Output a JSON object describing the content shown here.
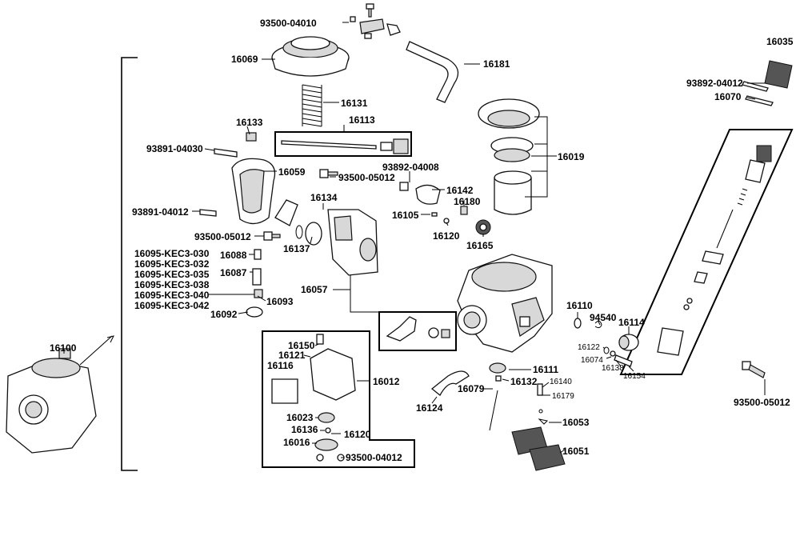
{
  "labels": {
    "p93500_04010": "93500-04010",
    "p16069": "16069",
    "p16181": "16181",
    "p16035": "16035",
    "p93892_04012": "93892-04012",
    "p16070": "16070",
    "p16131": "16131",
    "p16133": "16133",
    "p16113": "16113",
    "p93891_04030": "93891-04030",
    "p16059": "16059",
    "p93500_05012a": "93500-05012",
    "p93892_04008": "93892-04008",
    "p16019": "16019",
    "p16142": "16142",
    "p16134": "16134",
    "p16180": "16180",
    "p93891_04012": "93891-04012",
    "p16105": "16105",
    "p93500_05012b": "93500-05012",
    "p16120a": "16120",
    "p16137": "16137",
    "p16165": "16165",
    "p16095_030": "16095-KEC3-030",
    "p16095_032": "16095-KEC3-032",
    "p16095_035": "16095-KEC3-035",
    "p16095_038": "16095-KEC3-038",
    "p16095_040": "16095-KEC3-040",
    "p16095_042": "16095-KEC3-042",
    "p16088": "16088",
    "p16087": "16087",
    "p16093": "16093",
    "p16092": "16092",
    "p16057": "16057",
    "p16110": "16110",
    "p94540": "94540",
    "p16114": "16114",
    "p16100": "16100",
    "p16150": "16150",
    "p16121": "16121",
    "p16116": "16116",
    "p16012": "16012",
    "p16122": "16122",
    "p16074": "16074",
    "p16138": "16138",
    "p16154": "16154",
    "p16111": "16111",
    "p16132": "16132",
    "p16140": "16140",
    "p16079": "16079",
    "p16179": "16179",
    "p16124": "16124",
    "p16023": "16023",
    "p16136": "16136",
    "p16120b": "16120",
    "p16016": "16016",
    "p93500_04012": "93500-04012",
    "p16053": "16053",
    "p16051": "16051",
    "p93500_05012c": "93500-05012"
  }
}
